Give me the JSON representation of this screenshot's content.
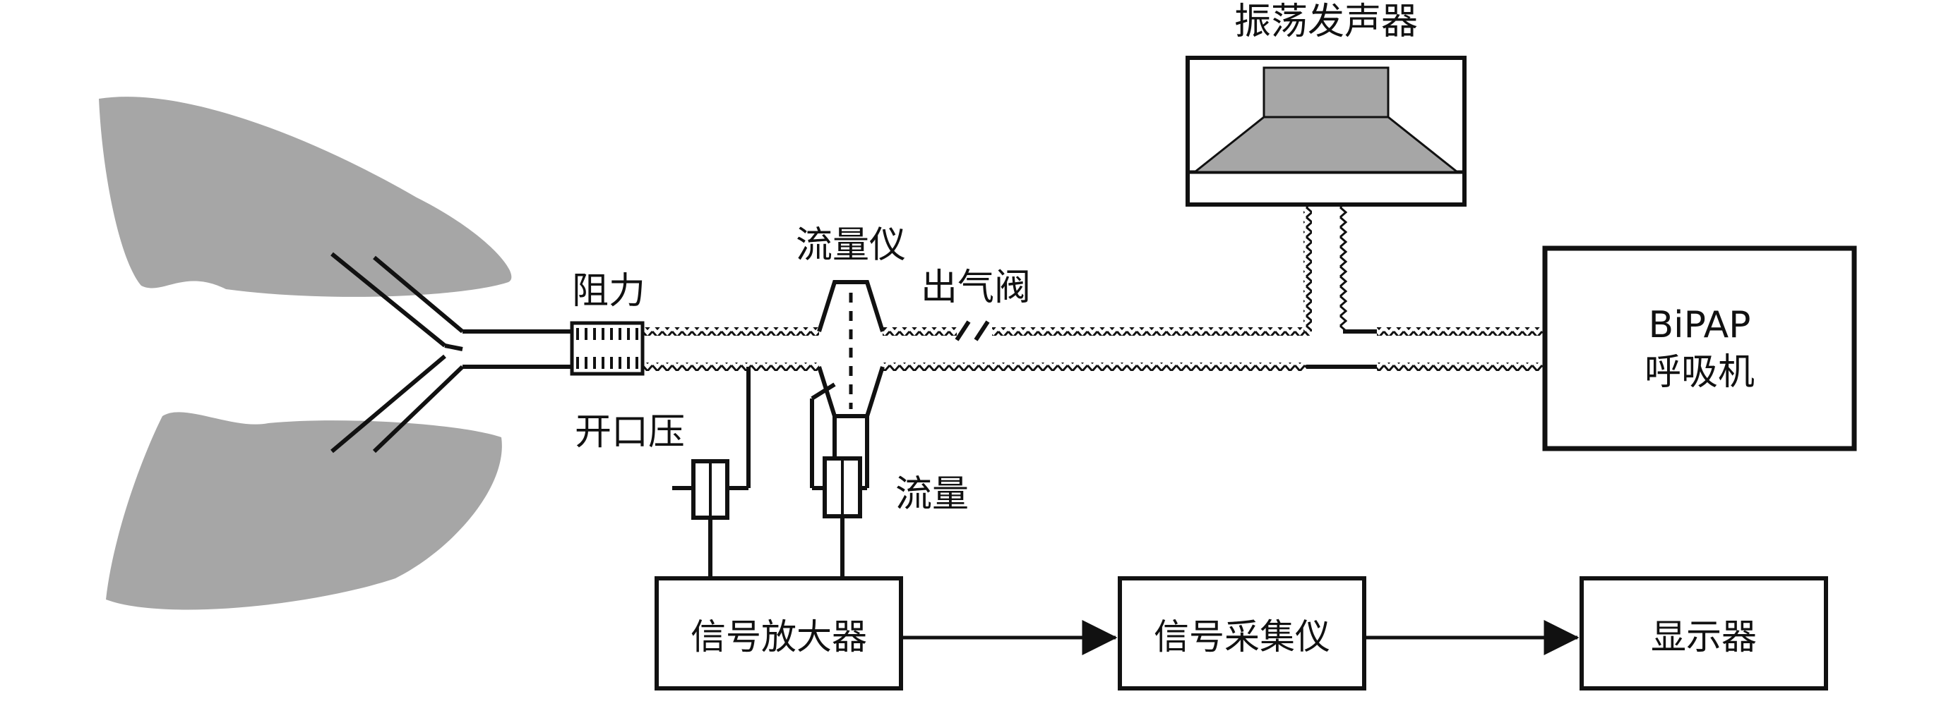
{
  "labels": {
    "oscillator": "振荡发声器",
    "resistance": "阻力",
    "flowmeter": "流量仪",
    "outlet_valve": "出气阀",
    "bipap_line1": "BiPAP",
    "bipap_line2": "呼吸机",
    "mouth_pressure": "开口压",
    "flow": "流量",
    "amplifier": "信号放大器",
    "acquisition": "信号采集仪",
    "display": "显示器"
  },
  "colors": {
    "lung": "#a6a6a6",
    "speaker": "#a6a6a6",
    "stroke": "#111111"
  }
}
